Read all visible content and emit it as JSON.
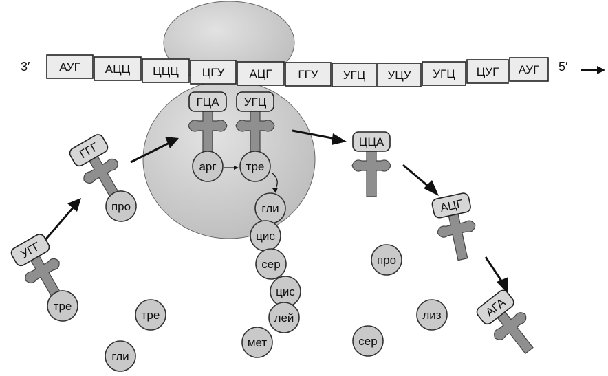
{
  "mrna": {
    "end_left": "3′",
    "end_right": "5′",
    "codons": [
      "АУГ",
      "АЦЦ",
      "ЦЦЦ",
      "ЦГУ",
      "АЦГ",
      "ГГУ",
      "УГЦ",
      "УЦУ",
      "УГЦ",
      "ЦУГ",
      "АУГ"
    ]
  },
  "trna": [
    {
      "anticodon": "УГГ",
      "amino_acid": "тре"
    },
    {
      "anticodon": "ГГГ",
      "amino_acid": "про"
    },
    {
      "anticodon": "ГЦА",
      "amino_acid": "арг"
    },
    {
      "anticodon": "УГЦ",
      "amino_acid": "тре"
    },
    {
      "anticodon": "ЦЦА",
      "amino_acid": ""
    },
    {
      "anticodon": "АЦГ",
      "amino_acid": ""
    },
    {
      "anticodon": "АГА",
      "amino_acid": ""
    }
  ],
  "peptide_chain": [
    "гли",
    "цис",
    "сер",
    "цис",
    "лей",
    "мет"
  ],
  "free_amino_acids": [
    "тре",
    "гли",
    "про",
    "сер",
    "лиз"
  ],
  "colors": {
    "ribosome": "#d3d3d3",
    "trna": "#8f8f8f",
    "box": "#d6d6d6",
    "amino_acid": "#c9c9c9"
  }
}
